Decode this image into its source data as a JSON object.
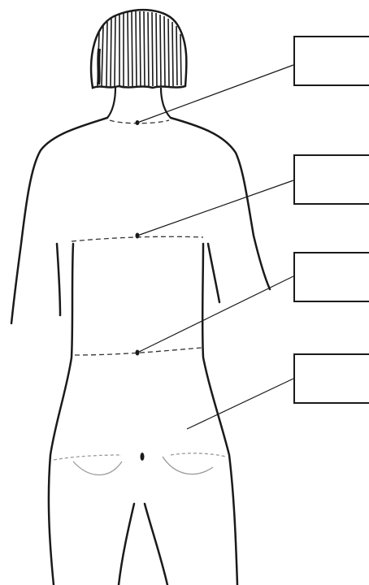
{
  "diagram": {
    "labels": [
      {
        "id": "neck",
        "text": ""
      },
      {
        "id": "chest",
        "text": ""
      },
      {
        "id": "waist",
        "text": ""
      },
      {
        "id": "hip",
        "text": ""
      }
    ]
  },
  "colors": {
    "ink": "#1a1a1a",
    "hair_fill": "#ffffff",
    "dashed": "#333333",
    "faint": "#9a9a9a"
  }
}
